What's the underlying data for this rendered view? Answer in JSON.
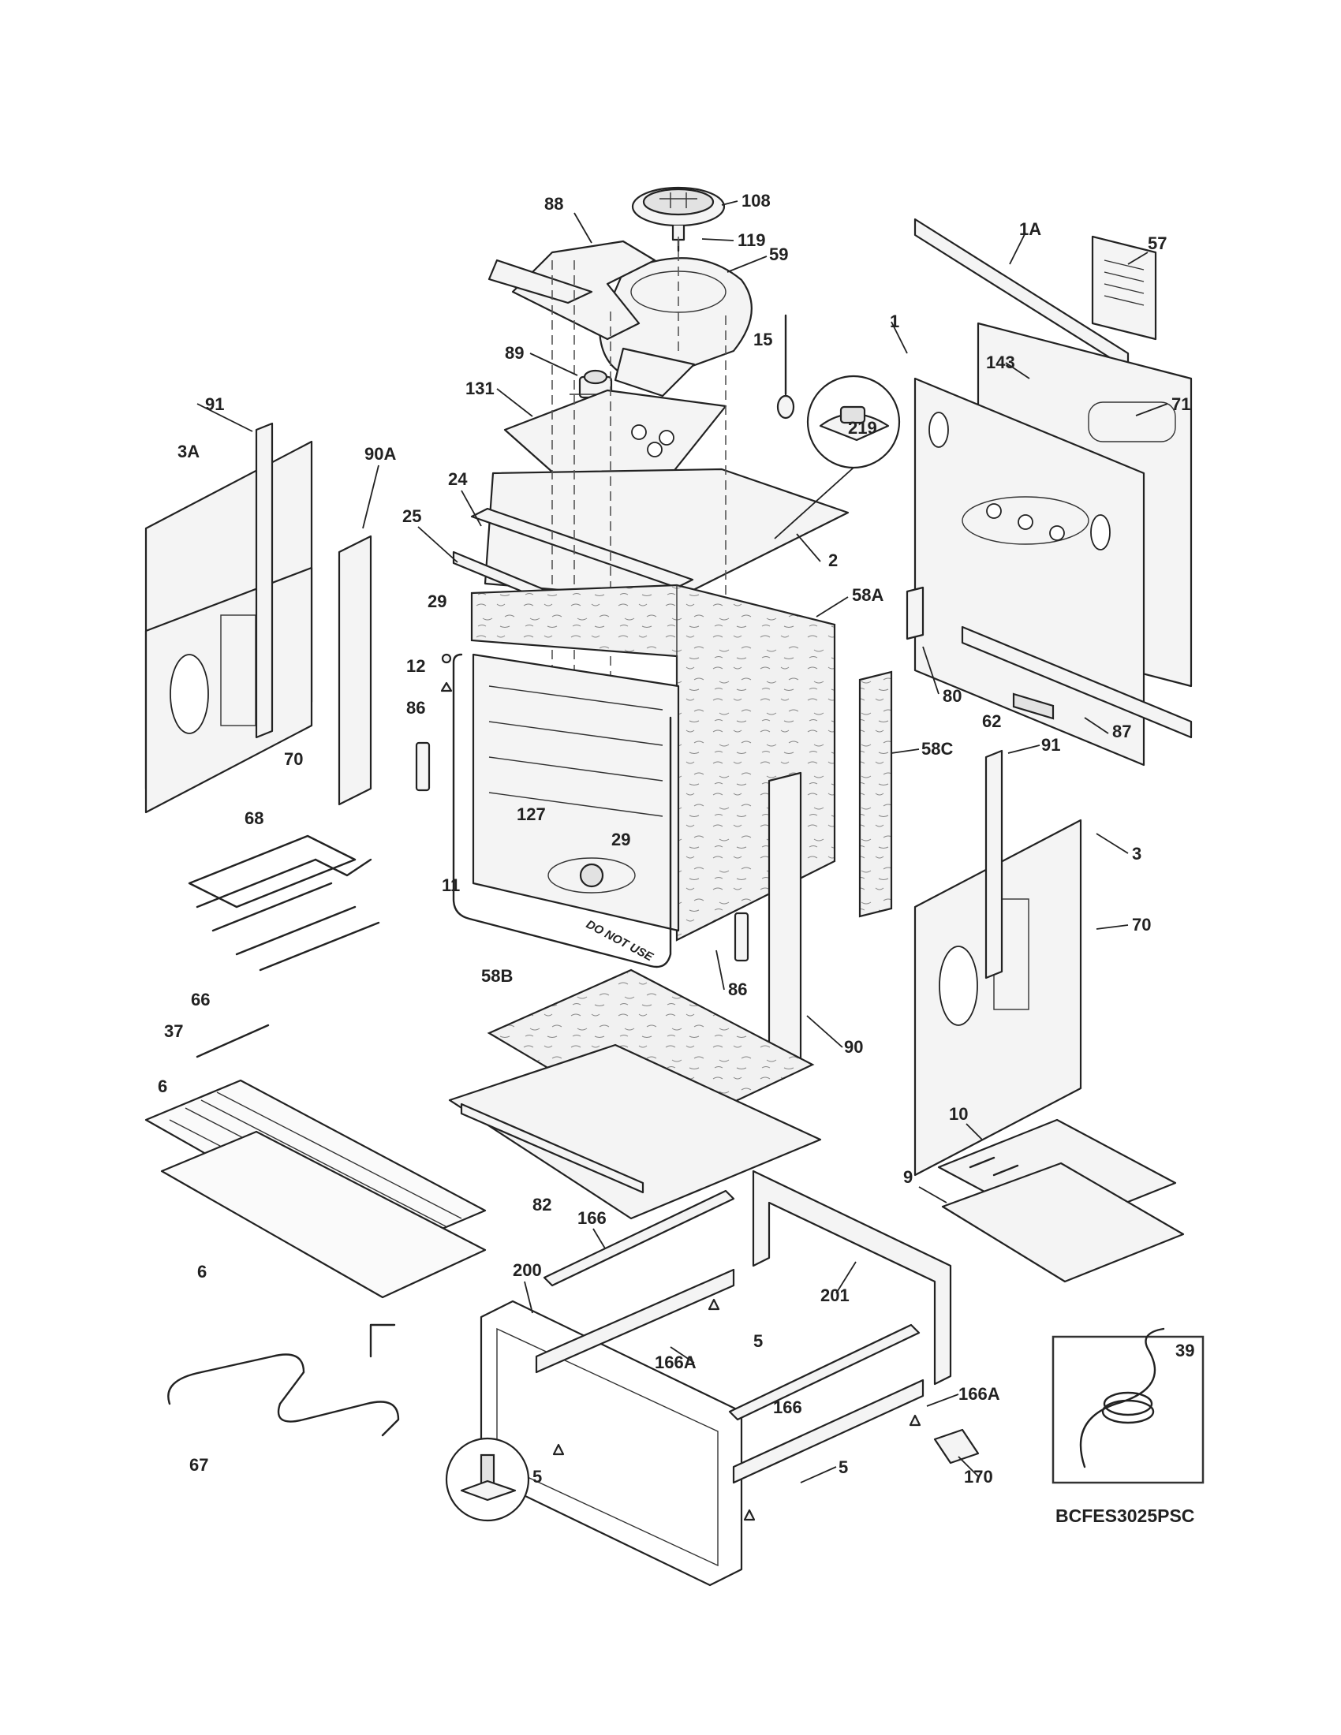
{
  "callouts": {
    "c88": "88",
    "c108": "108",
    "c119": "119",
    "c59": "59",
    "c89": "89",
    "c15": "15",
    "c219": "219",
    "c131": "131",
    "c24": "24",
    "c25": "25",
    "c2": "2",
    "c58A": "58A",
    "c29a": "29",
    "c12": "12",
    "c86a": "86",
    "c127": "127",
    "c29b": "29",
    "c11": "11",
    "c91a": "91",
    "c3A": "3A",
    "c90A": "90A",
    "c70a": "70",
    "c68": "68",
    "c66": "66",
    "c37": "37",
    "c6a": "6",
    "c6b": "6",
    "c67": "67",
    "c58B": "58B",
    "c82": "82",
    "c86b": "86",
    "c90": "90",
    "c58C": "58C",
    "c1A": "1A",
    "c57": "57",
    "c1": "1",
    "c143": "143",
    "c71": "71",
    "c80": "80",
    "c62": "62",
    "c87": "87",
    "c91b": "91",
    "c3": "3",
    "c70b": "70",
    "c10": "10",
    "c9": "9",
    "c166a": "166",
    "c200": "200",
    "c201": "201",
    "c166Aa": "166A",
    "c5a": "5",
    "c166b": "166",
    "c166Ab": "166A",
    "c5b": "5",
    "c5c": "5",
    "c5d": "5",
    "c170": "170",
    "c39": "39"
  },
  "model_code": "BCFES3025PSC",
  "door_stamp": "DO NOT USE",
  "colors": {
    "line": "#222222",
    "fill": "#f4f4f4",
    "background": "#ffffff"
  }
}
